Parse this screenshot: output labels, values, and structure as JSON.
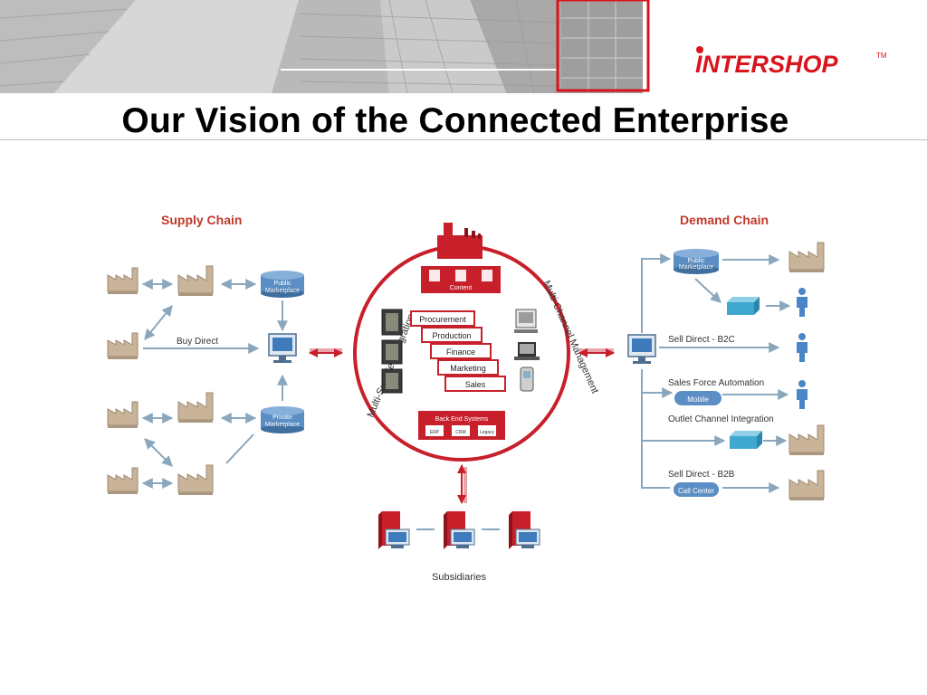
{
  "slide": {
    "title": "Our Vision of the Connected Enterprise",
    "logo": "INTERSHOP",
    "logo_tm": "TM"
  },
  "diagram": {
    "supply_chain_label": "Supply Chain",
    "demand_chain_label": "Demand Chain",
    "buy_direct": "Buy Direct",
    "public_marketplace": [
      "Public",
      "Marketplace"
    ],
    "private_marketplace": [
      "Private",
      "Marketplace"
    ],
    "content": "Content",
    "processes": [
      "Procurement",
      "Production",
      "Finance",
      "Marketing",
      "Sales"
    ],
    "back_end_title": "Back End Systems",
    "back_end_items": [
      "ERP",
      "CRM",
      "Legacy"
    ],
    "multi_supplier": "Multi-Supplier Integration",
    "multi_channel": "Multi-Channel Management",
    "subsidiaries": "Subsidiaries",
    "sell_direct_b2c": "Sell Direct - B2C",
    "sales_force": "Sales Force Automation",
    "mobile": "Mobile",
    "outlet_channel": "Outlet Channel Integration",
    "sell_direct_b2b": "Sell Direct - B2B",
    "call_center": "Call Center"
  },
  "colors": {
    "brand_red": "#c8202b",
    "heading_red": "#c0392b",
    "arrow_blue": "#8aa7bd",
    "factory": "#c9b49a",
    "db_blue": "#5b8ec4",
    "person_blue": "#4a86c7"
  }
}
